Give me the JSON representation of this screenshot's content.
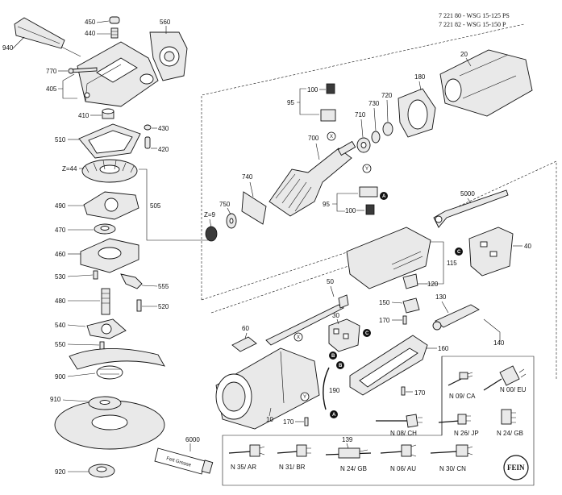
{
  "header": {
    "line1": "7 221 80 - WSG 15-125 PS",
    "line2": "7 221 82 - WSG 15-150 P"
  },
  "labels": {
    "p450": "450",
    "p440": "440",
    "p560": "560",
    "p940": "940",
    "p770": "770",
    "p405": "405",
    "p410": "410",
    "p430": "430",
    "p420": "420",
    "p510": "510",
    "z44": "Z=44",
    "p490": "490",
    "p505": "505",
    "p470": "470",
    "p460": "460",
    "p530": "530",
    "p555": "555",
    "p480": "480",
    "p520": "520",
    "p540": "540",
    "p550": "550",
    "p900": "900",
    "p910": "910",
    "p920": "920",
    "z9": "Z=9",
    "p750": "750",
    "p740": "740",
    "p700": "700",
    "p95a": "95",
    "p100a": "100",
    "p710": "710",
    "p730": "730",
    "p720": "720",
    "p180": "180",
    "p20": "20",
    "p95b": "95",
    "p100b": "100",
    "p5000": "5000",
    "p40": "40",
    "p115": "115",
    "p120": "120",
    "p50": "50",
    "p150": "150",
    "p130": "130",
    "p170a": "170",
    "p30": "30",
    "p60": "60",
    "p160": "160",
    "p190": "190",
    "p170b": "170",
    "p10": "10",
    "p170c": "170",
    "p140": "140",
    "p6000": "6000",
    "p139": "139",
    "mx1": "X",
    "mx2": "X",
    "my1": "Y",
    "my2": "Y"
  },
  "markers": {
    "a": "A",
    "b": "B",
    "c": "C"
  },
  "plugs": {
    "n09ca": "N 09/ CA",
    "n00eu": "N 00/ EU",
    "n08ch": "N 08/ CH",
    "n26jp": "N 26/ JP",
    "n24gb_a": "N 24/ GB",
    "n35ar": "N 35/ AR",
    "n31br": "N 31/ BR",
    "n24gb_b": "N 24/ GB",
    "n06au": "N 06/ AU",
    "n30cn": "N 30/ CN"
  },
  "grease_text": "Fett Grease",
  "logo_text": "FEIN"
}
